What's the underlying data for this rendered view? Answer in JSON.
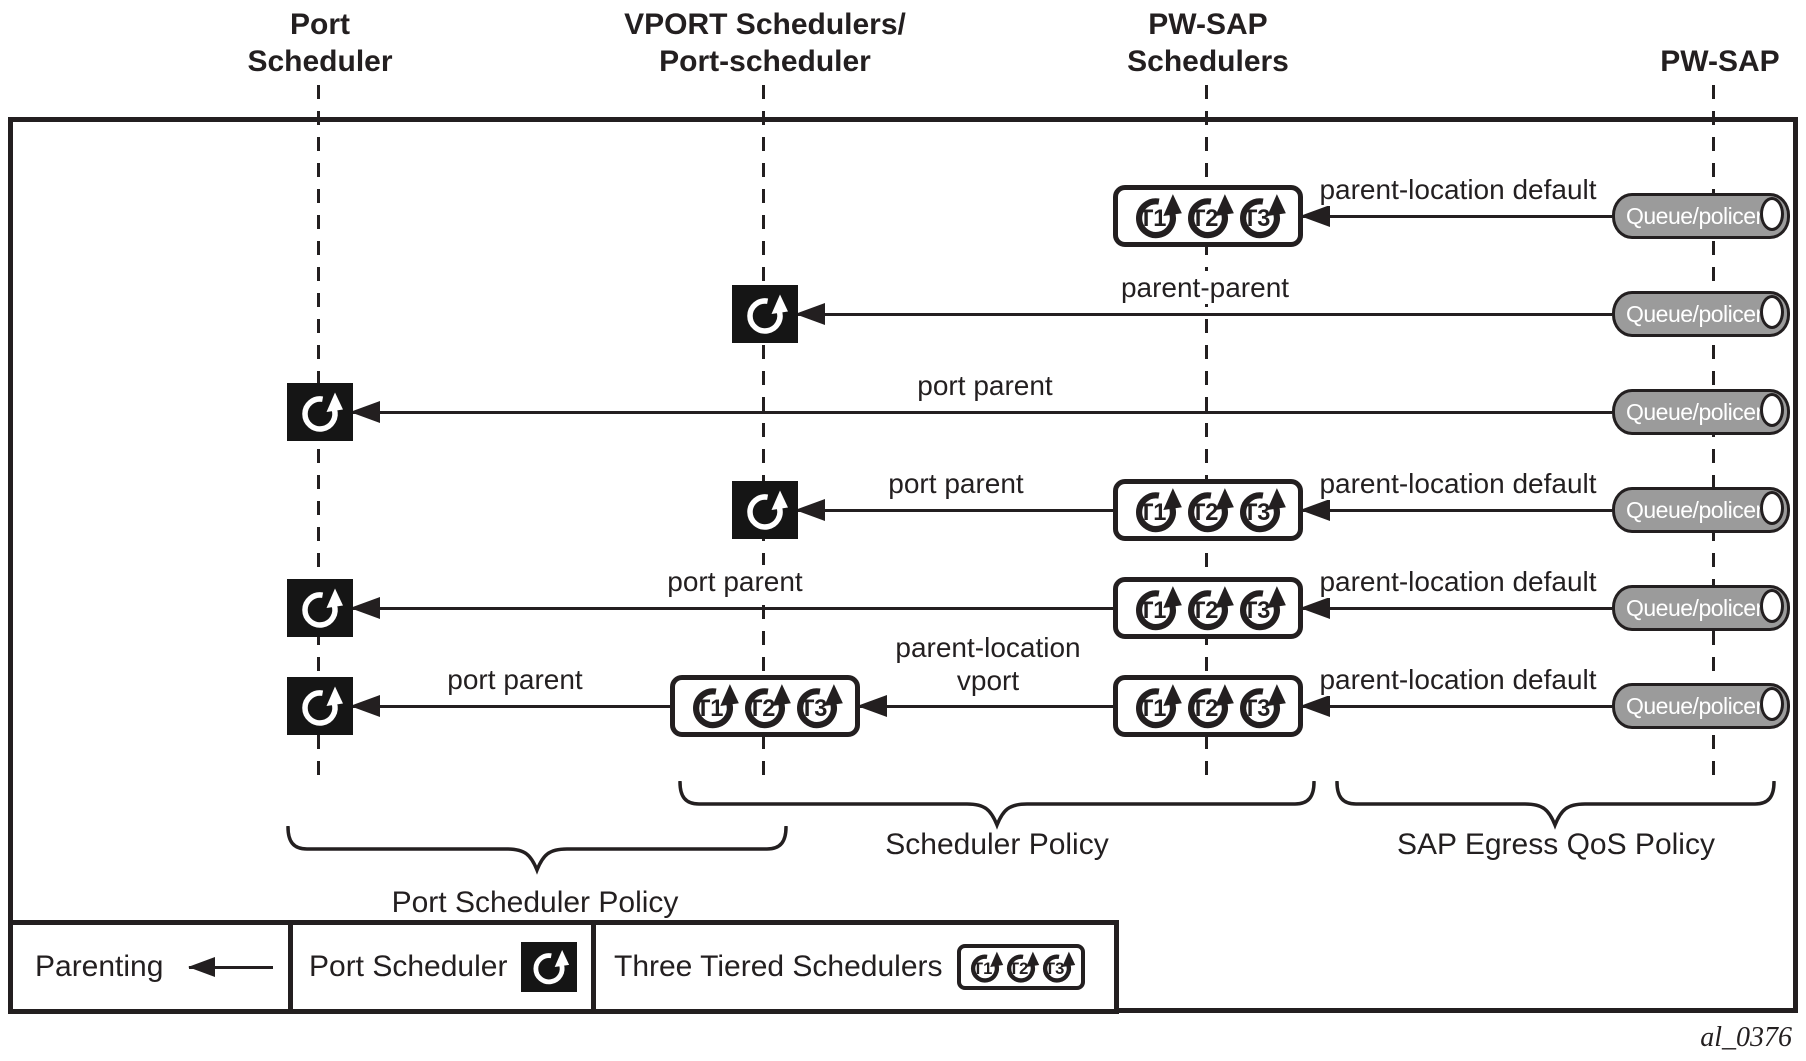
{
  "figure_id": "al_0376",
  "colors": {
    "ink": "#231f20",
    "queue_fill": "#9b9b9b"
  },
  "columns": [
    {
      "id": "port-scheduler",
      "lines": [
        "Port",
        "Scheduler"
      ]
    },
    {
      "id": "vport-schedulers",
      "lines": [
        "VPORT Schedulers/",
        "Port-scheduler"
      ]
    },
    {
      "id": "pw-sap-schedulers",
      "lines": [
        "PW-SAP",
        "Schedulers"
      ]
    },
    {
      "id": "pw-sap",
      "lines": [
        "PW-SAP"
      ]
    }
  ],
  "tiers": [
    "T1",
    "T2",
    "T3"
  ],
  "queue_label": "Queue/policer",
  "rows": [
    {
      "arrows": [
        {
          "label": "parent-location default"
        }
      ]
    },
    {
      "arrows": [
        {
          "label": "parent-parent"
        }
      ]
    },
    {
      "arrows": [
        {
          "label": "port parent"
        }
      ]
    },
    {
      "arrows": [
        {
          "label": "port parent"
        },
        {
          "label": "parent-location default"
        }
      ]
    },
    {
      "arrows": [
        {
          "label": "port parent"
        },
        {
          "label": "parent-location default"
        }
      ]
    },
    {
      "arrows": [
        {
          "label": "port parent"
        },
        {
          "label_lines": [
            "parent-location",
            "vport"
          ]
        },
        {
          "label": "parent-location default"
        }
      ]
    }
  ],
  "braces": [
    {
      "label": "Port Scheduler Policy"
    },
    {
      "label": "Scheduler Policy"
    },
    {
      "label": "SAP Egress QoS Policy"
    }
  ],
  "legend": {
    "parenting_label": "Parenting",
    "port_scheduler_label": "Port Scheduler",
    "three_tiered_label": "Three Tiered Schedulers"
  }
}
